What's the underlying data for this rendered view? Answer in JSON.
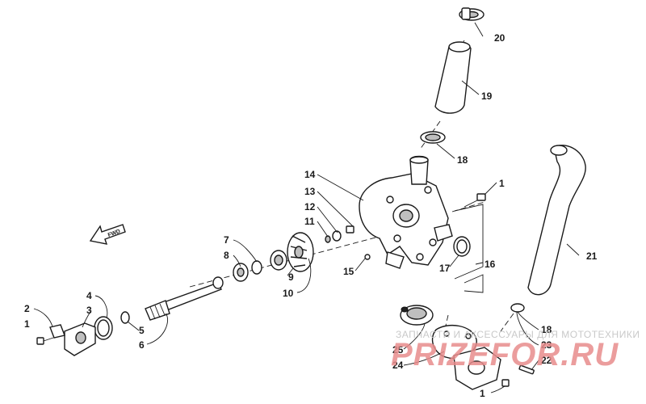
{
  "direction_arrow": {
    "label": "FWD"
  },
  "watermark": {
    "line1": "ЗАПЧАСТИ И АКСЕССУАРЫ ДЛЯ МОТОТЕХНИКИ",
    "line2": "PRIZEFOR.RU"
  },
  "callouts": {
    "c1a": "1",
    "c1b": "1",
    "c1c": "1",
    "c2": "2",
    "c3": "3",
    "c4": "4",
    "c5": "5",
    "c6": "6",
    "c7": "7",
    "c8": "8",
    "c9": "9",
    "c10": "10",
    "c11": "11",
    "c12": "12",
    "c13": "13",
    "c14": "14",
    "c15": "15",
    "c16": "16",
    "c17": "17",
    "c18a": "18",
    "c18b": "18",
    "c19": "19",
    "c20": "20",
    "c21": "21",
    "c22": "22",
    "c23": "23",
    "c24": "24",
    "c25": "25"
  }
}
